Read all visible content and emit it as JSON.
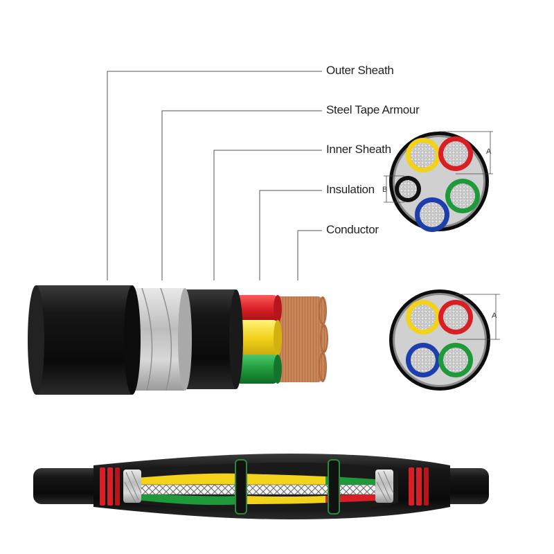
{
  "labels": {
    "outer_sheath": "Outer Sheath",
    "steel_tape_armour": "Steel Tape Armour",
    "inner_sheath": "Inner Sheath",
    "insulation": "Insulation",
    "conductor": "Conductor"
  },
  "dimensions": {
    "five_core_a": "A",
    "five_core_b": "B",
    "four_core_a": "A"
  },
  "colors": {
    "sheath_black": "#141414",
    "armour_silver": "#d4d4d4",
    "copper": "#c27a4e",
    "core_red": "#d81f26",
    "core_yellow": "#f2d21b",
    "core_green": "#1f9a3a",
    "core_blue": "#1d3fae",
    "core_black": "#111111",
    "filler_grey": "#c9c9c9"
  }
}
